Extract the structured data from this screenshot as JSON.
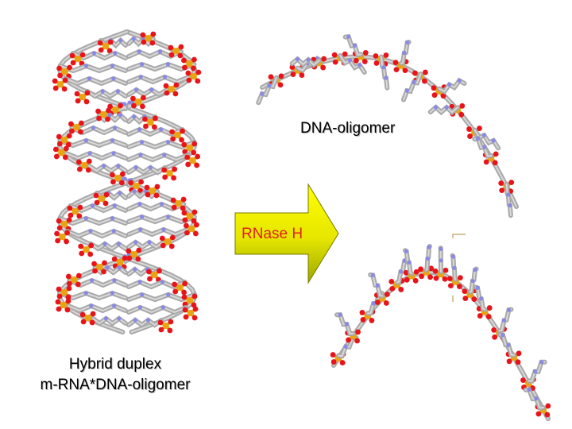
{
  "labels": {
    "dna_oligomer": "DNA-oligomer",
    "enzyme": "RNase H",
    "duplex_line1": "Hybrid duplex",
    "duplex_line2": "m-RNA*DNA-oligomer"
  },
  "colors": {
    "backbone": "#a9a9a9",
    "phosphorus": "#e8a317",
    "oxygen": "#e8141c",
    "nitrogen": "#8a8ae6",
    "arrow_top": "#ffff00",
    "arrow_bottom": "#9aa800",
    "enzyme_text": "#e0201a"
  },
  "icons": {
    "left_molecule": "dna-double-helix-model",
    "top_molecule": "single-strand-dna-model",
    "bottom_molecule": "single-strand-rna-model",
    "arrow": "right-arrow"
  }
}
